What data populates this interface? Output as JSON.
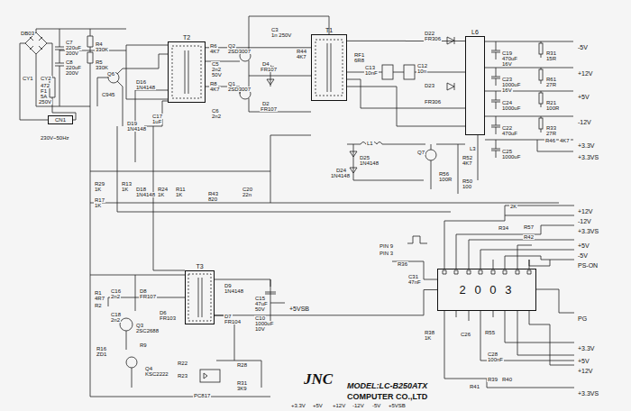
{
  "diagram": {
    "nodes": [
      {
        "text": [
          "2 0 0 3"
        ]
      },
      {
        "text": [
          "T1"
        ]
      },
      {
        "text": [
          "T2"
        ]
      },
      {
        "text": [
          "T3"
        ]
      },
      {
        "text": [
          "L6"
        ]
      },
      {
        "text": [
          "CN1"
        ]
      }
    ],
    "edges": [
      {
        "from": 2,
        "to": 1,
        "arrow": "none"
      },
      {
        "from": 1,
        "to": 4,
        "arrow": "none"
      },
      {
        "from": 3,
        "to": 0,
        "arrow": "none"
      }
    ],
    "labels": [
      "DB03",
      "C7",
      "220uF",
      "200V",
      "C8",
      "220uF",
      "200V",
      "R4",
      "330K",
      "R5",
      "330K",
      "CY1",
      "CY2",
      "472",
      "F1",
      "5A",
      "250V",
      "230V~50Hz",
      "Q6",
      "C945",
      "D16",
      "1N4148",
      "D19",
      "1N4148",
      "C17",
      "1uF",
      "R6",
      "4K7",
      "Q2",
      "2SD3007",
      "C5",
      "2n2",
      "50V",
      "R8",
      "4K7",
      "Q1",
      "2SD3007",
      "C6",
      "2n2",
      "D4",
      "FR107",
      "D2",
      "FR107",
      "C3",
      "1n 250V",
      "R44",
      "4K7",
      "D22",
      "FR306",
      "RF1",
      "6R8",
      "C13",
      "10nF",
      "D23",
      "FR306",
      "C12",
      "10n",
      "C19",
      "470uF",
      "16V",
      "R31",
      "15R",
      "-5V",
      "C23",
      "1000uF",
      "16V",
      "R61",
      "27R",
      "+12V",
      "C24",
      "1000uF",
      "R21",
      "100R",
      "+5V",
      "C22",
      "470uF",
      "R33",
      "27R",
      "-12V",
      "C25",
      "1000uF",
      "R46",
      "4K7",
      "+3.3V",
      "+3.3VS",
      "L1",
      "L3",
      "Q7",
      "D25",
      "1N4148",
      "D24",
      "1N4148",
      "R56",
      "100R",
      "R52",
      "4K7",
      "R50",
      "100",
      "R29",
      "1K",
      "R17",
      "1K",
      "R13",
      "1K",
      "D18",
      "1N4148",
      "R24",
      "1K",
      "R11",
      "1K",
      "R43",
      "820",
      "C20",
      "22n",
      "2K",
      "R34",
      "R57",
      "R42",
      "PIN 9",
      "PIN 3",
      "R36",
      "C31",
      "47nF",
      "+12V",
      "-12V",
      "+3.3VS",
      "+5V",
      "-5V",
      "PS-ON",
      "PG",
      "+3.3V",
      "+5V",
      "+12V",
      "+3.3VS",
      "R38",
      "1K",
      "C26",
      "R55",
      "C28",
      "100nF",
      "R39",
      "R40",
      "R41",
      "R1",
      "4R7",
      "R2",
      "C16",
      "2n2",
      "D8",
      "FR107",
      "C18",
      "2n2",
      "Q3",
      "2SC2688",
      "D6",
      "FR103",
      "R9",
      "Q4",
      "KSC2222",
      "R16",
      "ZD1",
      "D9",
      "1N4148",
      "D7",
      "FR104",
      "C15",
      "47uF",
      "50V",
      "C10",
      "1000uF",
      "10V",
      "+5VSB",
      "R22",
      "R23",
      "PC817",
      "R28",
      "R31",
      "3K9",
      "JNC",
      "MODEL:LC-B250ATX",
      "COMPUTER CO.,LTD",
      "+3.3V",
      "+5V",
      "+12V",
      "-12V",
      "-5V",
      "+5VSB"
    ]
  }
}
